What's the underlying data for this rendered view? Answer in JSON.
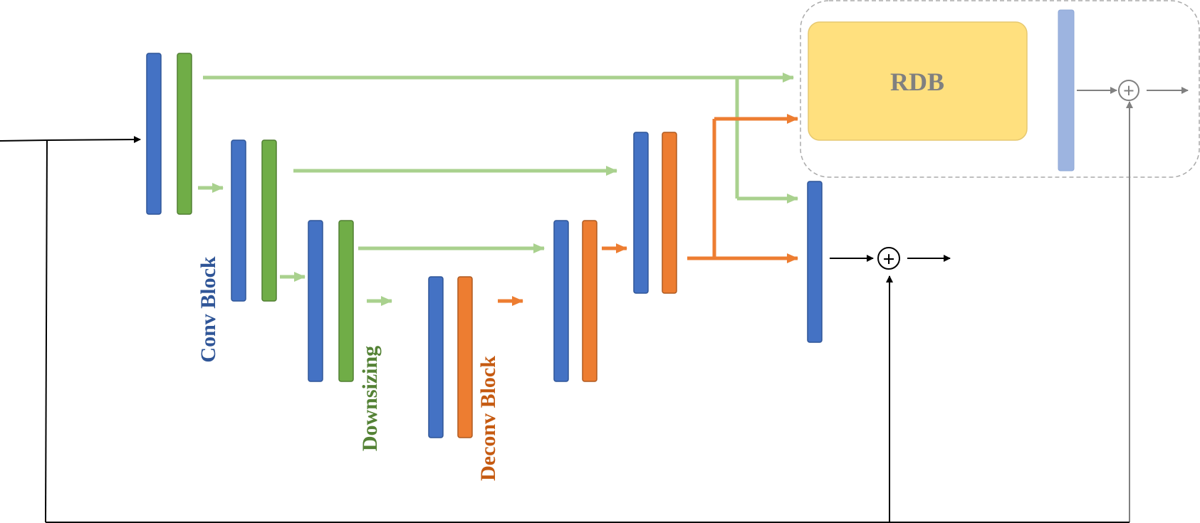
{
  "labels": {
    "conv_block": "Conv Block",
    "downsizing": "Downsizing",
    "deconv_block": "Deconv Block",
    "rdb": "RDB",
    "plus": "+"
  },
  "colors": {
    "conv": "#4472C4",
    "conv_text": "#2F5597",
    "down": "#70AD47",
    "down_text": "#548235",
    "deconv": "#ED7D31",
    "deconv_text": "#C55A11",
    "skip": "#A9D18E",
    "rdb_fill": "#FFE07E",
    "rdb_text": "#808080",
    "faded_bar": "#9DB4E0",
    "black": "#000000",
    "gray": "#808080"
  }
}
